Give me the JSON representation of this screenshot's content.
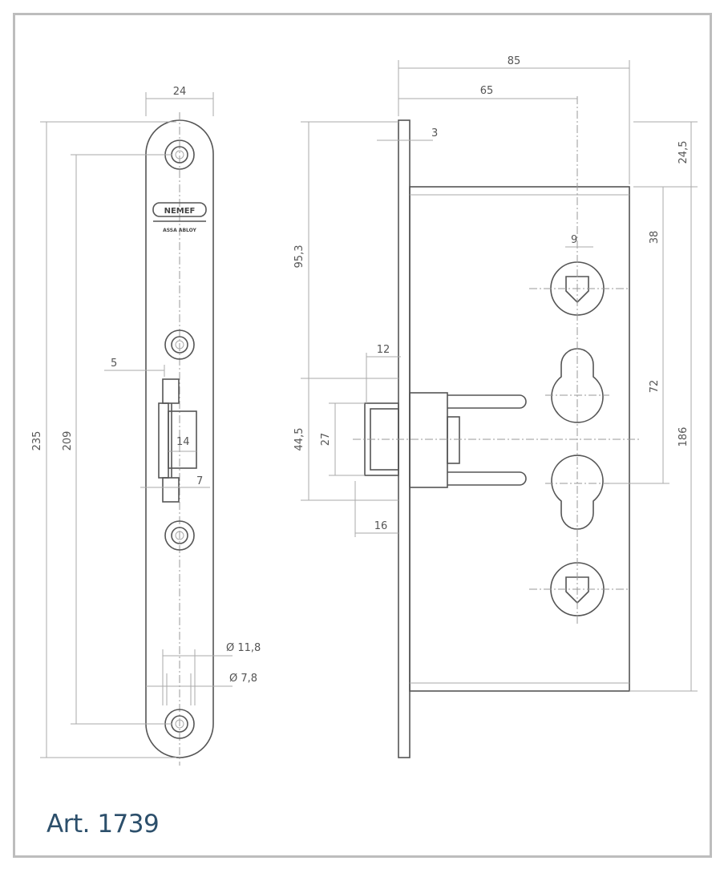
{
  "title": "Art. 1739",
  "logo": {
    "brand": "NEMEF",
    "sub": "ASSA ABLOY"
  },
  "front_view": {
    "width": "24",
    "overall_height": "235",
    "screw_spacing": "209",
    "latch_offset": "5",
    "latch_width": "14",
    "bolt_width": "7",
    "hole_outer": "Ø 11,8",
    "hole_inner": "Ø 7,8"
  },
  "side_view": {
    "case_depth": "85",
    "backset": "65",
    "faceplate_thickness": "3",
    "top_offset": "95,3",
    "top_to_case": "24,5",
    "spindle_to_top": "38",
    "spindle_distance": "72",
    "case_height": "186",
    "spindle_square": "9",
    "latch_projection": "12",
    "latch_height_outer": "44,5",
    "latch_height_inner": "27",
    "latch_depth": "16"
  }
}
